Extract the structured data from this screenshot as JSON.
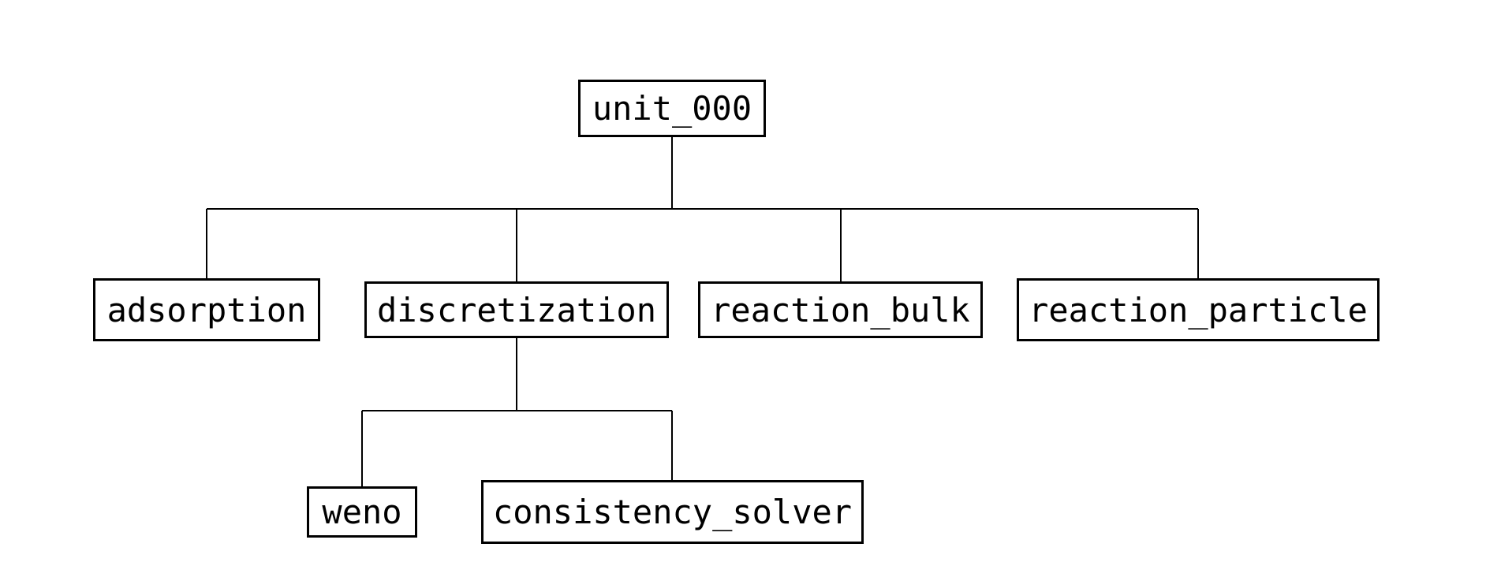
{
  "tree": {
    "root": "unit_000",
    "children": [
      "adsorption",
      "discretization",
      "reaction_bulk",
      "reaction_particle"
    ],
    "discretization_children": [
      "weno",
      "consistency_solver"
    ]
  }
}
